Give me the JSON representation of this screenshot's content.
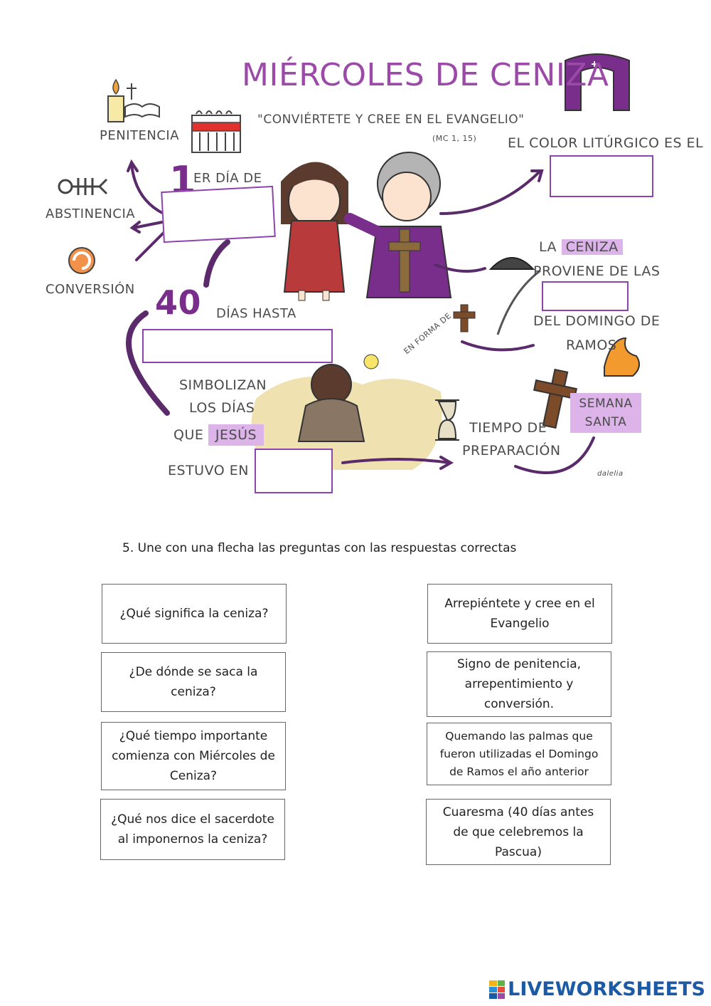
{
  "infographic": {
    "title": "MIÉRCOLES DE CENIZA",
    "quote": "\"CONVIÉRTETE Y CREE EN EL EVANGELIO\"",
    "quote_ref": "(MC 1, 15)",
    "penitencia": "PENITENCIA",
    "abstinencia": "ABSTINENCIA",
    "conversion": "CONVERSIÓN",
    "first_day_num": "1",
    "first_day_text": "ER DÍA DE",
    "forty_num": "40",
    "forty_text": "DÍAS HASTA",
    "color_liturgico": "EL COLOR LITÚRGICO ES EL",
    "la": "LA",
    "ceniza": "CENIZA",
    "proviene": "PROVIENE DE LAS",
    "domingo": "DEL DOMINGO DE",
    "ramos": "RAMOS",
    "en_forma_de": "EN FORMA DE",
    "simbolizan": "SIMBOLIZAN",
    "los_dias": "LOS DÍAS",
    "que": "QUE",
    "jesus": "JESÚS",
    "estuvo": "ESTUVO EN EL",
    "tiempo": "TIEMPO DE",
    "preparacion": "PREPARACIÓN",
    "semana": "SEMANA",
    "santa": "SANTA",
    "signature": "dalelia"
  },
  "exercise": {
    "instruction": "5.   Une con una flecha las preguntas con las respuestas correctas",
    "questions": [
      "¿Qué significa la ceniza?",
      "¿De dónde se saca la ceniza?",
      "¿Qué tiempo importante comienza con Miércoles de Ceniza?",
      "¿Qué nos dice el sacerdote al imponernos la ceniza?"
    ],
    "answers": [
      "Arrepiéntete y cree en el Evangelio",
      "Signo de penitencia, arrepentimiento y conversión.",
      "Quemando las palmas que fueron utilizadas el Domingo de Ramos el año anterior",
      "Cuaresma (40 días antes de que celebremos la Pascua)"
    ]
  },
  "brand": {
    "name": "LIVEWORKSHEETS",
    "color": "#1d5aa6"
  },
  "colors": {
    "purple": "#8e44ad",
    "highlight": "#dcb4ea"
  }
}
